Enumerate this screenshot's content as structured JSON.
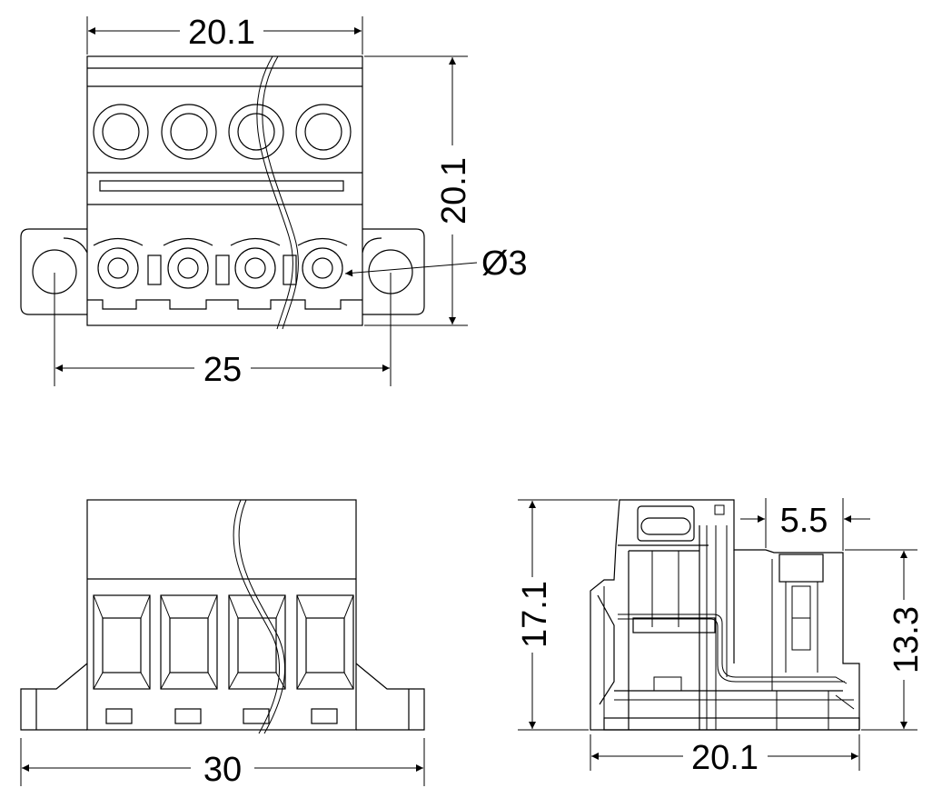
{
  "colors": {
    "line": "#000000",
    "background": "#ffffff"
  },
  "views": {
    "top": {
      "width_dim": "20.1",
      "height_dim": "20.1",
      "mount_spacing_dim": "25",
      "hole_dim": "Ø3"
    },
    "front": {
      "overall_width_dim": "30"
    },
    "side": {
      "overall_height_dim": "17.1",
      "right_height_dim": "13.3",
      "step_dim": "5.5",
      "depth_dim": "20.1"
    }
  }
}
